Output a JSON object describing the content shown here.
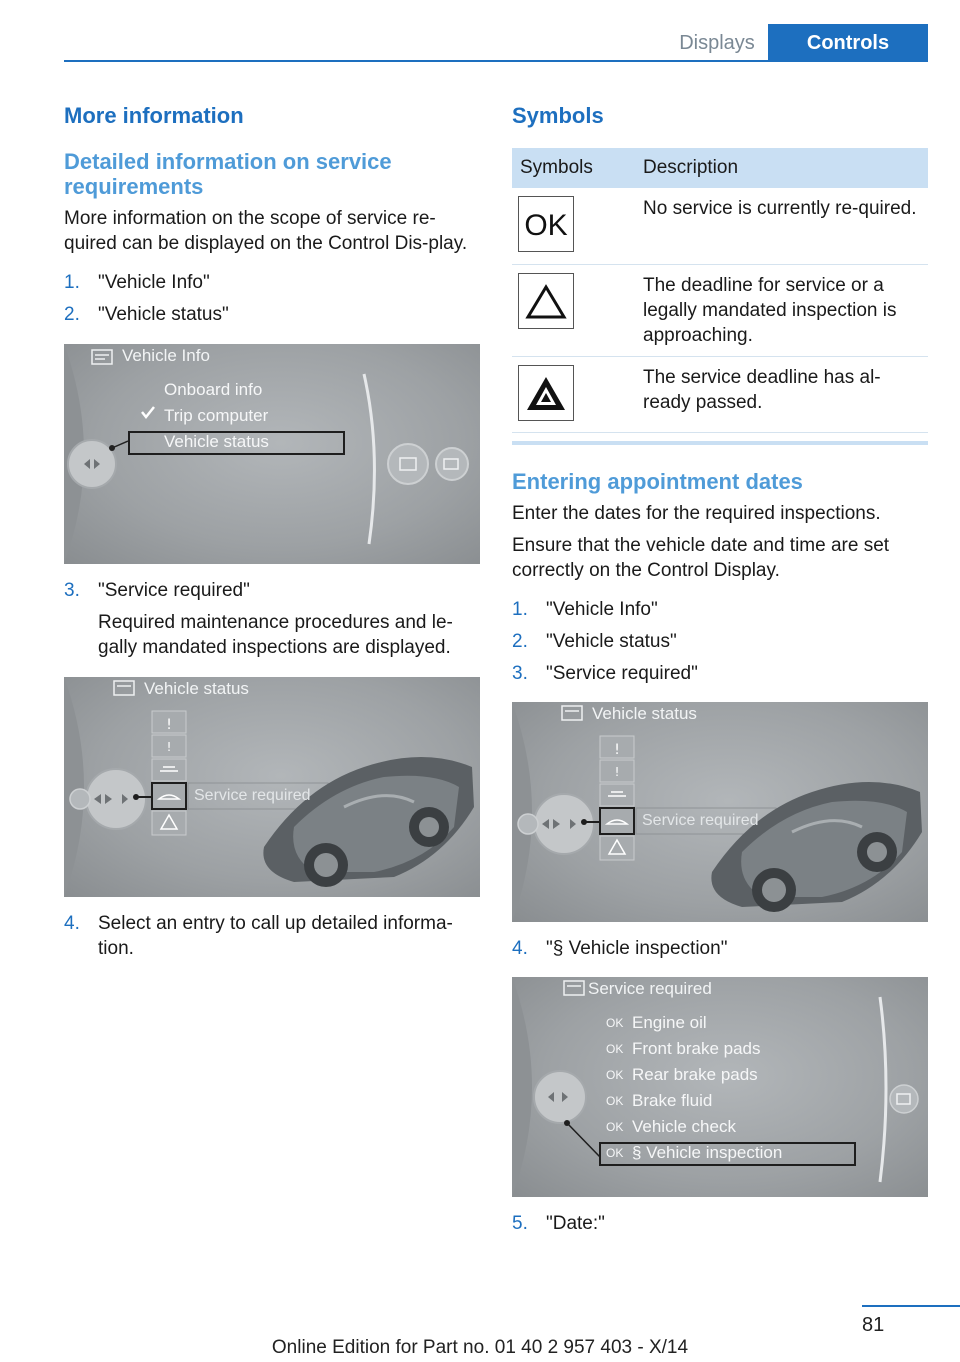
{
  "header": {
    "tab_displays": "Displays",
    "tab_controls": "Controls"
  },
  "left": {
    "heading": "More information",
    "subheading": "Detailed information on service requirements",
    "intro": "More information on the scope of service re‐quired can be displayed on the Control Dis‐play.",
    "steps_a": [
      {
        "num": "1.",
        "text": "\"Vehicle Info\""
      },
      {
        "num": "2.",
        "text": "\"Vehicle status\""
      }
    ],
    "screen1": {
      "title": "Vehicle Info",
      "items": [
        "Onboard info",
        "Trip computer",
        "Vehicle status"
      ],
      "checked_item": "Trip computer",
      "selected_item": "Vehicle status"
    },
    "step3": {
      "num": "3.",
      "text": "\"Service required\"",
      "detail": "Required maintenance procedures and le‐gally mandated inspections are displayed."
    },
    "screen2": {
      "title": "Vehicle status",
      "label": "Service required"
    },
    "step4": {
      "num": "4.",
      "text": "Select an entry to call up detailed informa‐tion."
    }
  },
  "right": {
    "heading": "Symbols",
    "table": {
      "headers": [
        "Symbols",
        "Description"
      ],
      "rows": [
        {
          "icon": "ok-icon",
          "text": "No service is currently re‐quired."
        },
        {
          "icon": "warning-outline-icon",
          "text": "The deadline for service or a legally mandated inspection is approaching."
        },
        {
          "icon": "warning-filled-icon",
          "text": "The service deadline has al‐ready passed."
        }
      ]
    },
    "subheading": "Entering appointment dates",
    "para1": "Enter the dates for the required inspections.",
    "para2": "Ensure that the vehicle date and time are set correctly on the Control Display.",
    "steps_a": [
      {
        "num": "1.",
        "text": "\"Vehicle Info\""
      },
      {
        "num": "2.",
        "text": "\"Vehicle status\""
      },
      {
        "num": "3.",
        "text": "\"Service required\""
      }
    ],
    "screen3": {
      "title": "Vehicle status",
      "label": "Service required"
    },
    "step4": {
      "num": "4.",
      "text": "\"§ Vehicle inspection\""
    },
    "screen4": {
      "title": "Service required",
      "ok_tag": "OK",
      "items": [
        "Engine oil",
        "Front brake pads",
        "Rear brake pads",
        "Brake fluid",
        "Vehicle check",
        "§ Vehicle inspection"
      ],
      "selected_item": "§ Vehicle inspection"
    },
    "step5": {
      "num": "5.",
      "text": "\"Date:\""
    }
  },
  "footer": {
    "page_number": "81",
    "edition": "Online Edition for Part no. 01 40 2 957 403 - X/14"
  }
}
